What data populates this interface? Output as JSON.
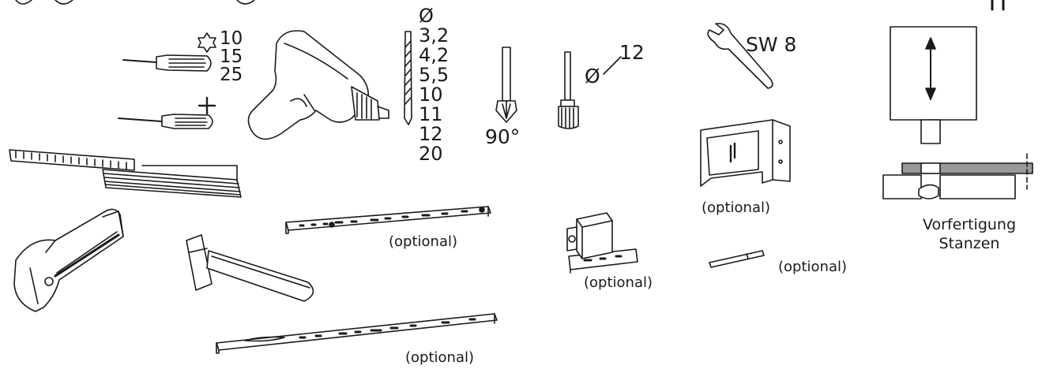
{
  "torx_sizes": [
    "10",
    "15",
    "25"
  ],
  "drill": {
    "diameter_symbol": "Ø",
    "sizes": [
      "3,2",
      "4,2",
      "5,5",
      "10",
      "11",
      "12",
      "20"
    ]
  },
  "countersink_angle": "90°",
  "pin_drill": {
    "symbol": "Ø",
    "size": "12"
  },
  "wrench_label": "SW 8",
  "optional_label": "(optional)",
  "punch": {
    "line1": "Vorfertigung",
    "line2": "Stanzen"
  },
  "colors": {
    "stroke": "#1a1a1a",
    "fill": "#ffffff",
    "shade": "#9a9a9a"
  }
}
